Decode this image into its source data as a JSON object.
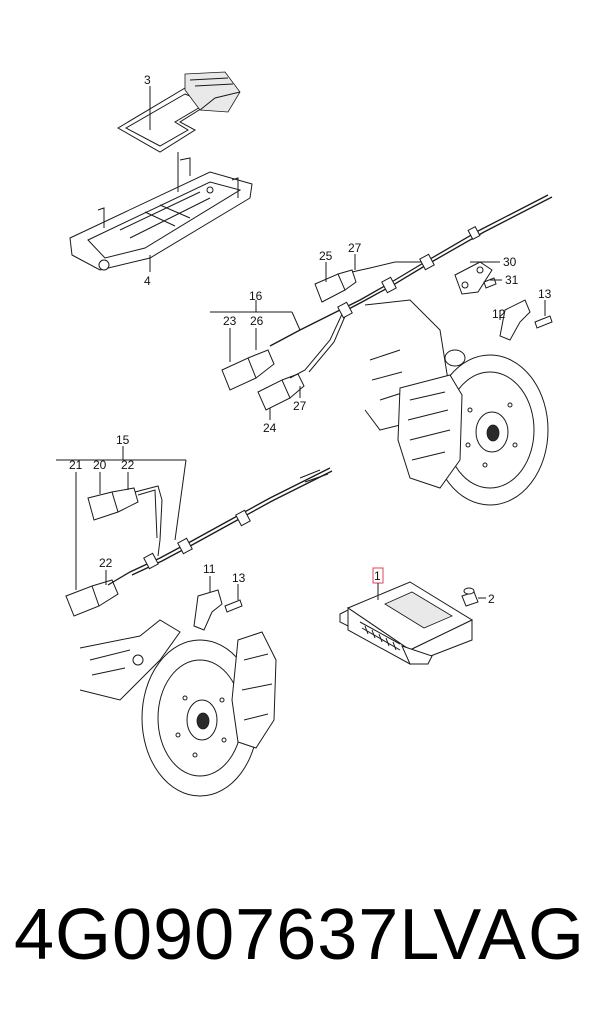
{
  "callouts": {
    "c3": "3",
    "c4": "4",
    "c25": "25",
    "c27a": "27",
    "c30": "30",
    "c31": "31",
    "c16": "16",
    "c23": "23",
    "c26": "26",
    "c13a": "13",
    "c12": "12",
    "c24": "24",
    "c27b": "27",
    "c15": "15",
    "c21": "21",
    "c20": "20",
    "c22a": "22",
    "c22b": "22",
    "c11": "11",
    "c13b": "13",
    "c1": "1",
    "c2": "2"
  },
  "footer": {
    "part_number": "4G0907637L",
    "brand": "VAG"
  },
  "colors": {
    "highlight": "#e0445a",
    "ink": "#1a1a1a"
  }
}
